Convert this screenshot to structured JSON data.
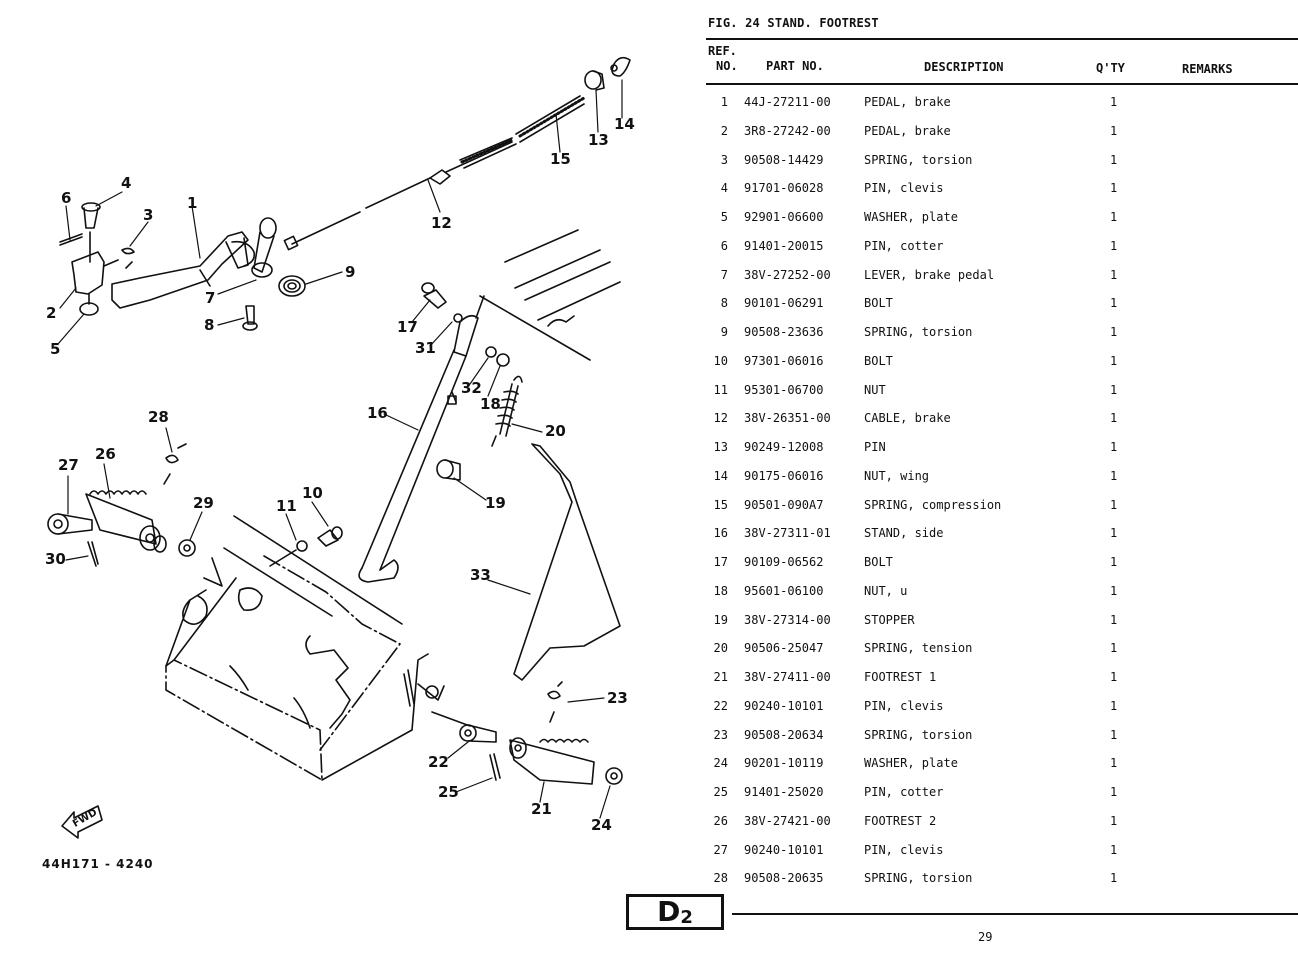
{
  "figure": {
    "title": "FIG. 24  STAND. FOOTREST",
    "illustration_code": "44H171 - 4240",
    "fwd_label": "FWD",
    "callouts": [
      "1",
      "2",
      "3",
      "4",
      "5",
      "6",
      "7",
      "8",
      "9",
      "10",
      "11",
      "12",
      "13",
      "14",
      "15",
      "16",
      "17",
      "18",
      "19",
      "20",
      "21",
      "22",
      "23",
      "24",
      "25",
      "26",
      "27",
      "28",
      "29",
      "30",
      "31",
      "32",
      "33"
    ]
  },
  "table": {
    "headers": {
      "ref_line1": "REF.",
      "ref_line2": "NO.",
      "part_no": "PART NO.",
      "description": "DESCRIPTION",
      "qty": "Q'TY",
      "remarks": "REMARKS"
    },
    "rows": [
      {
        "ref": "1",
        "part": "44J-27211-00",
        "desc": "PEDAL, brake",
        "qty": "1",
        "remarks": ""
      },
      {
        "ref": "2",
        "part": "3R8-27242-00",
        "desc": "PEDAL, brake",
        "qty": "1",
        "remarks": ""
      },
      {
        "ref": "3",
        "part": "90508-14429",
        "desc": "SPRING, torsion",
        "qty": "1",
        "remarks": ""
      },
      {
        "ref": "4",
        "part": "91701-06028",
        "desc": "PIN, clevis",
        "qty": "1",
        "remarks": ""
      },
      {
        "ref": "5",
        "part": "92901-06600",
        "desc": "WASHER, plate",
        "qty": "1",
        "remarks": ""
      },
      {
        "ref": "6",
        "part": "91401-20015",
        "desc": "PIN, cotter",
        "qty": "1",
        "remarks": ""
      },
      {
        "ref": "7",
        "part": "38V-27252-00",
        "desc": "LEVER, brake pedal",
        "qty": "1",
        "remarks": ""
      },
      {
        "ref": "8",
        "part": "90101-06291",
        "desc": "BOLT",
        "qty": "1",
        "remarks": ""
      },
      {
        "ref": "9",
        "part": "90508-23636",
        "desc": "SPRING, torsion",
        "qty": "1",
        "remarks": ""
      },
      {
        "ref": "10",
        "part": "97301-06016",
        "desc": "BOLT",
        "qty": "1",
        "remarks": ""
      },
      {
        "ref": "11",
        "part": "95301-06700",
        "desc": "NUT",
        "qty": "1",
        "remarks": ""
      },
      {
        "ref": "12",
        "part": "38V-26351-00",
        "desc": "CABLE, brake",
        "qty": "1",
        "remarks": ""
      },
      {
        "ref": "13",
        "part": "90249-12008",
        "desc": "PIN",
        "qty": "1",
        "remarks": ""
      },
      {
        "ref": "14",
        "part": "90175-06016",
        "desc": "NUT, wing",
        "qty": "1",
        "remarks": ""
      },
      {
        "ref": "15",
        "part": "90501-090A7",
        "desc": "SPRING, compression",
        "qty": "1",
        "remarks": ""
      },
      {
        "ref": "16",
        "part": "38V-27311-01",
        "desc": "STAND, side",
        "qty": "1",
        "remarks": ""
      },
      {
        "ref": "17",
        "part": "90109-06562",
        "desc": "BOLT",
        "qty": "1",
        "remarks": ""
      },
      {
        "ref": "18",
        "part": "95601-06100",
        "desc": "NUT, u",
        "qty": "1",
        "remarks": ""
      },
      {
        "ref": "19",
        "part": "38V-27314-00",
        "desc": "STOPPER",
        "qty": "1",
        "remarks": ""
      },
      {
        "ref": "20",
        "part": "90506-25047",
        "desc": "SPRING, tension",
        "qty": "1",
        "remarks": ""
      },
      {
        "ref": "21",
        "part": "38V-27411-00",
        "desc": "FOOTREST 1",
        "qty": "1",
        "remarks": ""
      },
      {
        "ref": "22",
        "part": "90240-10101",
        "desc": "PIN, clevis",
        "qty": "1",
        "remarks": ""
      },
      {
        "ref": "23",
        "part": "90508-20634",
        "desc": "SPRING, torsion",
        "qty": "1",
        "remarks": ""
      },
      {
        "ref": "24",
        "part": "90201-10119",
        "desc": "WASHER, plate",
        "qty": "1",
        "remarks": ""
      },
      {
        "ref": "25",
        "part": "91401-25020",
        "desc": "PIN, cotter",
        "qty": "1",
        "remarks": ""
      },
      {
        "ref": "26",
        "part": "38V-27421-00",
        "desc": "FOOTREST 2",
        "qty": "1",
        "remarks": ""
      },
      {
        "ref": "27",
        "part": "90240-10101",
        "desc": "PIN, clevis",
        "qty": "1",
        "remarks": ""
      },
      {
        "ref": "28",
        "part": "90508-20635",
        "desc": "SPRING, torsion",
        "qty": "1",
        "remarks": ""
      }
    ]
  },
  "footer": {
    "section_letter": "D",
    "section_number": "2",
    "page_number": "29"
  }
}
